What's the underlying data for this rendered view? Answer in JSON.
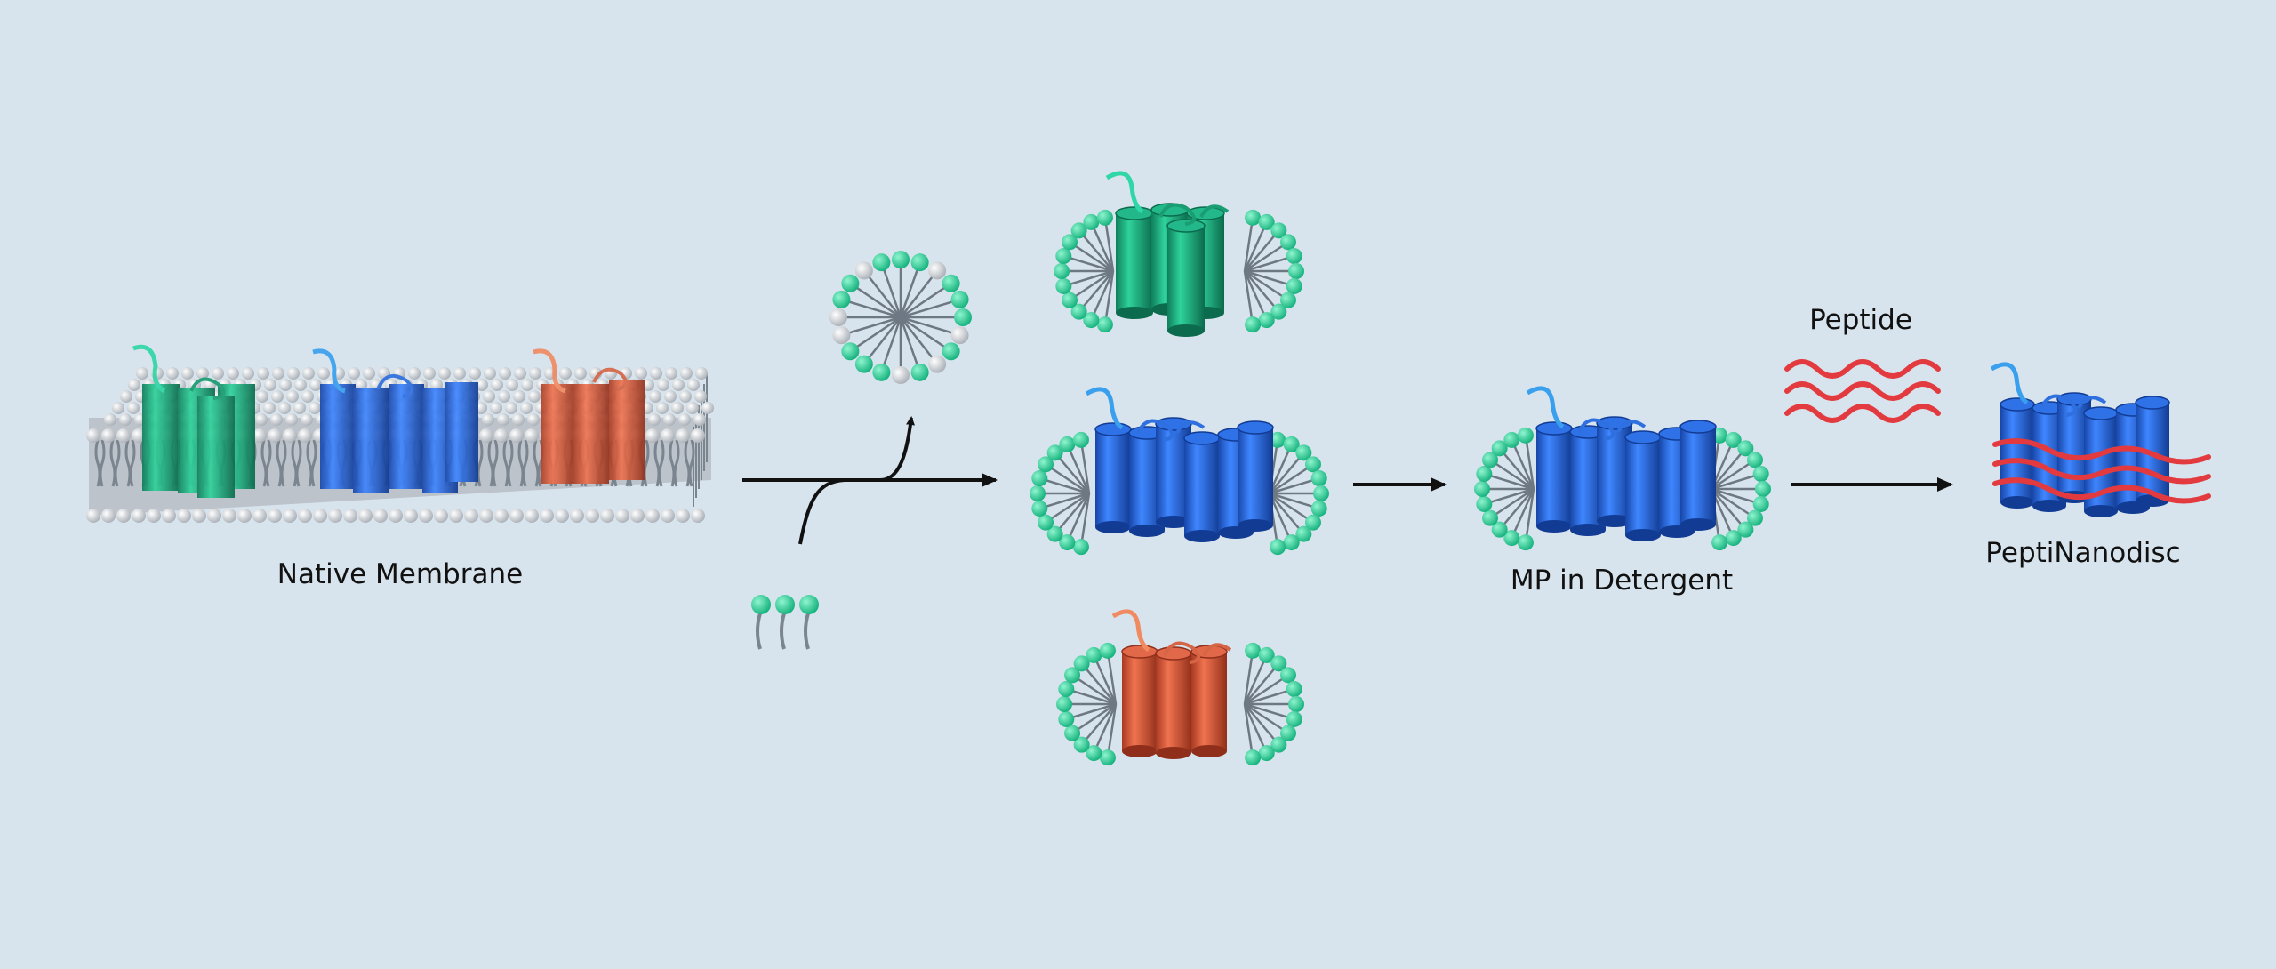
{
  "labels": {
    "native_membrane": "Native Membrane",
    "mp_in_detergent": "MP in Detergent",
    "peptide": "Peptide",
    "peptinanodisc": "PeptiNanodisc"
  },
  "colors": {
    "background": "#d8e4ed",
    "protein_green": "#1ea97c",
    "protein_blue": "#2563d6",
    "protein_orange": "#d8573a",
    "detergent_head": "#22c98f",
    "lipid_head": "#c9cdd2",
    "peptide_red": "#e23a3e",
    "arrow": "#111111"
  }
}
